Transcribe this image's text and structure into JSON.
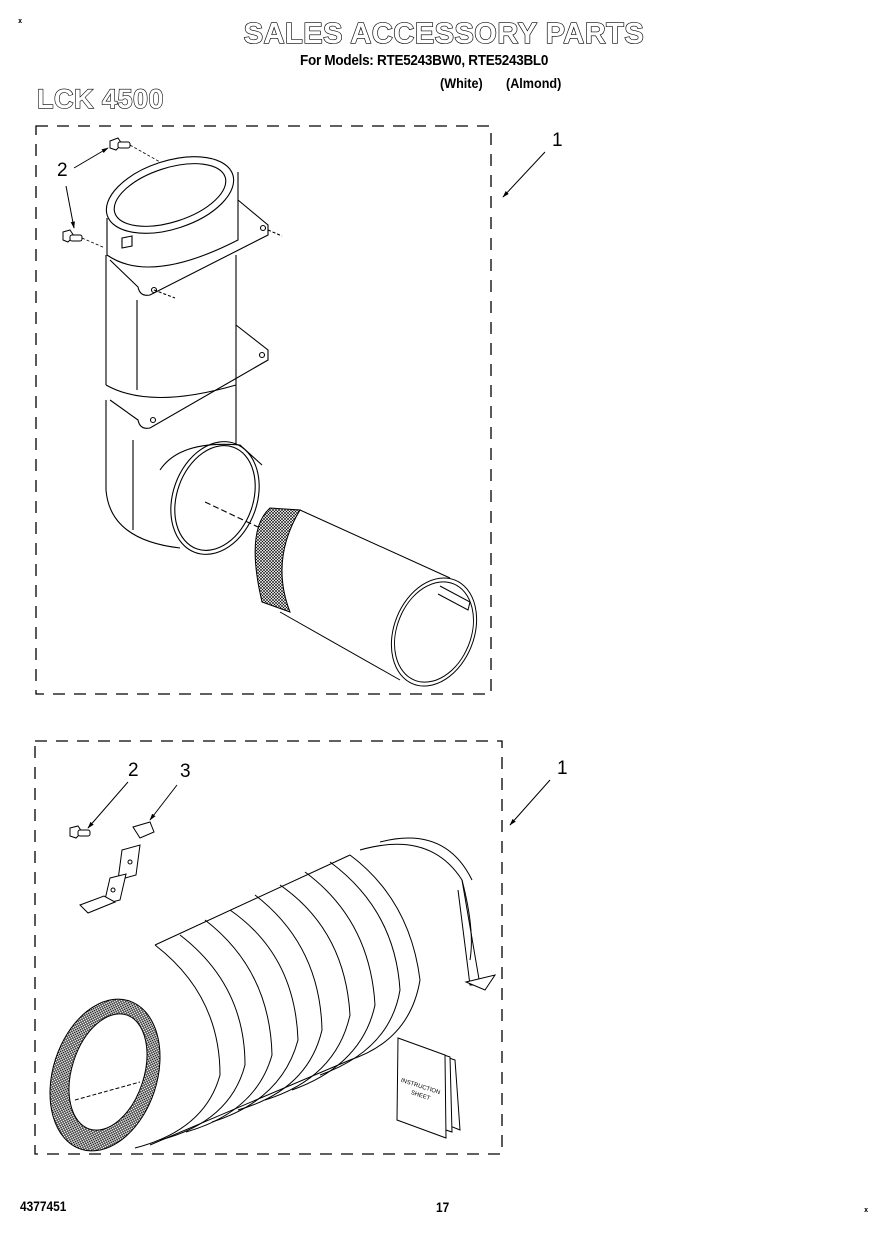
{
  "document": {
    "title": "SALES ACCESSORY PARTS",
    "models_line": "For Models: RTE5243BW0, RTE5243BL0",
    "model_colors": [
      "(White)",
      "(Almond)"
    ],
    "kit_number": "LCK 4500",
    "footer": {
      "document_number": "4377451",
      "page_number": "17"
    },
    "registration_marks": [
      "x",
      "x"
    ]
  },
  "diagrams": [
    {
      "name": "top-assembly",
      "description": "Exhaust duct with elbow, mounting brackets and short flexible connector",
      "callouts": [
        {
          "label": "1",
          "target": "duct-assembly"
        },
        {
          "label": "2",
          "target": "screw"
        }
      ]
    },
    {
      "name": "bottom-assembly",
      "description": "Flexible exhaust hose with clamp, mounting bracket and instruction sheet",
      "callouts": [
        {
          "label": "2",
          "target": "screw"
        },
        {
          "label": "3",
          "target": "bracket"
        },
        {
          "label": "1",
          "target": "hose-assembly"
        }
      ],
      "instruction_sheet_text": [
        "INSTRUCTION",
        "SHEET"
      ]
    }
  ]
}
